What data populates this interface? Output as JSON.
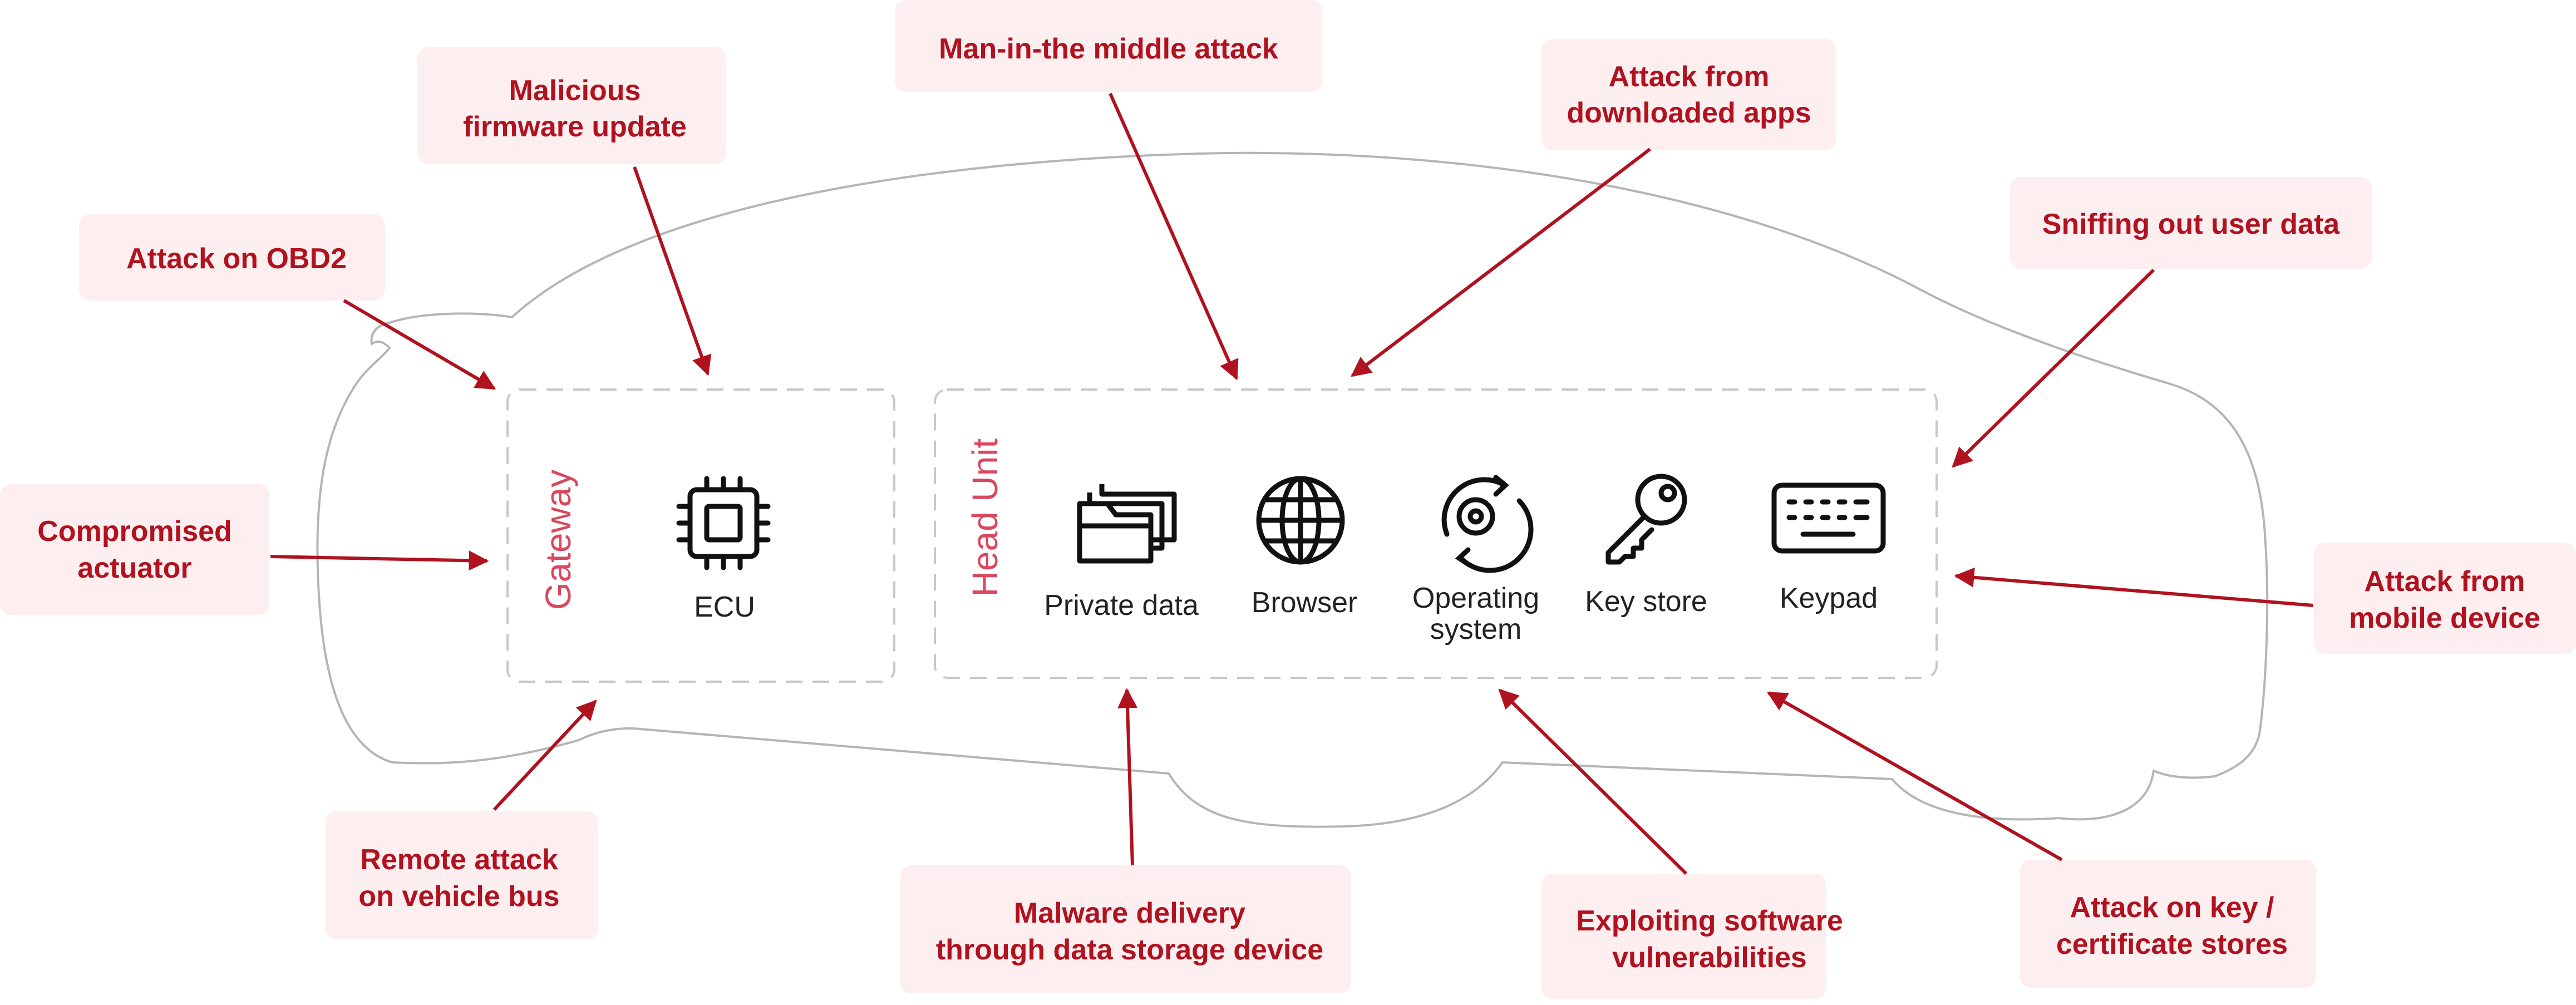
{
  "colors": {
    "accent": "#b0121f",
    "callout_bg": "#fdeef0",
    "group_label": "#d9485e",
    "car_outline": "#b5b5b5",
    "dash_border": "#c8c8c8",
    "icon": "#111111"
  },
  "groups": {
    "gateway": {
      "label": "Gateway",
      "items": [
        {
          "icon": "chip-icon",
          "label": "ECU"
        }
      ]
    },
    "head_unit": {
      "label": "Head Unit",
      "items": [
        {
          "icon": "folders-icon",
          "label": "Private data"
        },
        {
          "icon": "globe-icon",
          "label": "Browser"
        },
        {
          "icon": "gear-cycle-icon",
          "label_lines": [
            "Operating",
            "system"
          ]
        },
        {
          "icon": "key-icon",
          "label": "Key store"
        },
        {
          "icon": "keyboard-icon",
          "label": "Keypad"
        }
      ]
    }
  },
  "callouts": [
    {
      "lines": [
        "Malicious",
        "firmware update"
      ]
    },
    {
      "lines": [
        "Man-in-the middle attack"
      ]
    },
    {
      "lines": [
        "Attack from",
        "downloaded apps"
      ]
    },
    {
      "lines": [
        "Attack on OBD2"
      ]
    },
    {
      "lines": [
        "Sniffing out user data"
      ]
    },
    {
      "lines": [
        "Compromised",
        "actuator"
      ]
    },
    {
      "lines": [
        "Attack from",
        "mobile device"
      ]
    },
    {
      "lines": [
        "Remote attack",
        "on vehicle bus"
      ]
    },
    {
      "lines": [
        "Malware delivery",
        "through data storage device"
      ]
    },
    {
      "lines": [
        "Exploiting software",
        "vulnerabilities"
      ]
    },
    {
      "lines": [
        "Attack on key /",
        "certificate stores"
      ]
    }
  ]
}
